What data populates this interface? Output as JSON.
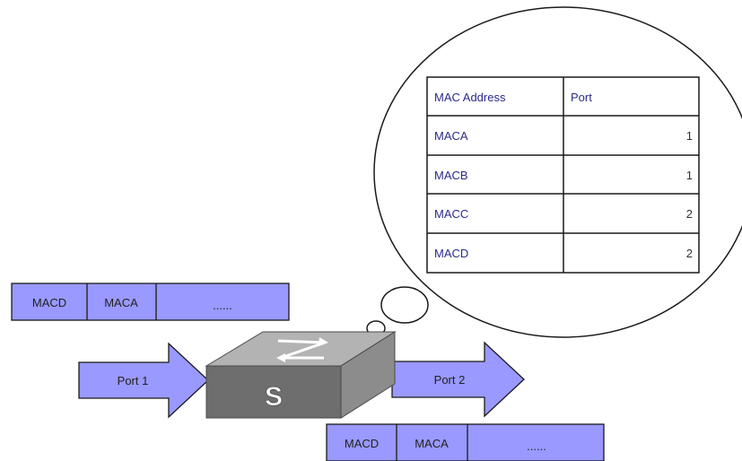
{
  "mac_table": {
    "headers": {
      "address": "MAC Address",
      "port": "Port"
    },
    "rows": [
      {
        "mac": "MACA",
        "port": "1"
      },
      {
        "mac": "MACB",
        "port": "1"
      },
      {
        "mac": "MACC",
        "port": "2"
      },
      {
        "mac": "MACD",
        "port": "2"
      }
    ]
  },
  "inbound_frame": {
    "dst": "MACD",
    "src": "MACA",
    "payload": "......"
  },
  "outbound_frame": {
    "dst": "MACD",
    "src": "MACA",
    "payload": "......"
  },
  "ports": {
    "in_label": "Port 1",
    "out_label": "Port 2"
  },
  "switch": {
    "letter": "S"
  },
  "colors": {
    "frame_fill": "#9999ff",
    "arrow_fill": "#9999ff",
    "switch_top": "#b3b3b3",
    "switch_front": "#6e6e6e",
    "switch_side": "#8c8c8c",
    "table_text": "#2a2a8a"
  }
}
